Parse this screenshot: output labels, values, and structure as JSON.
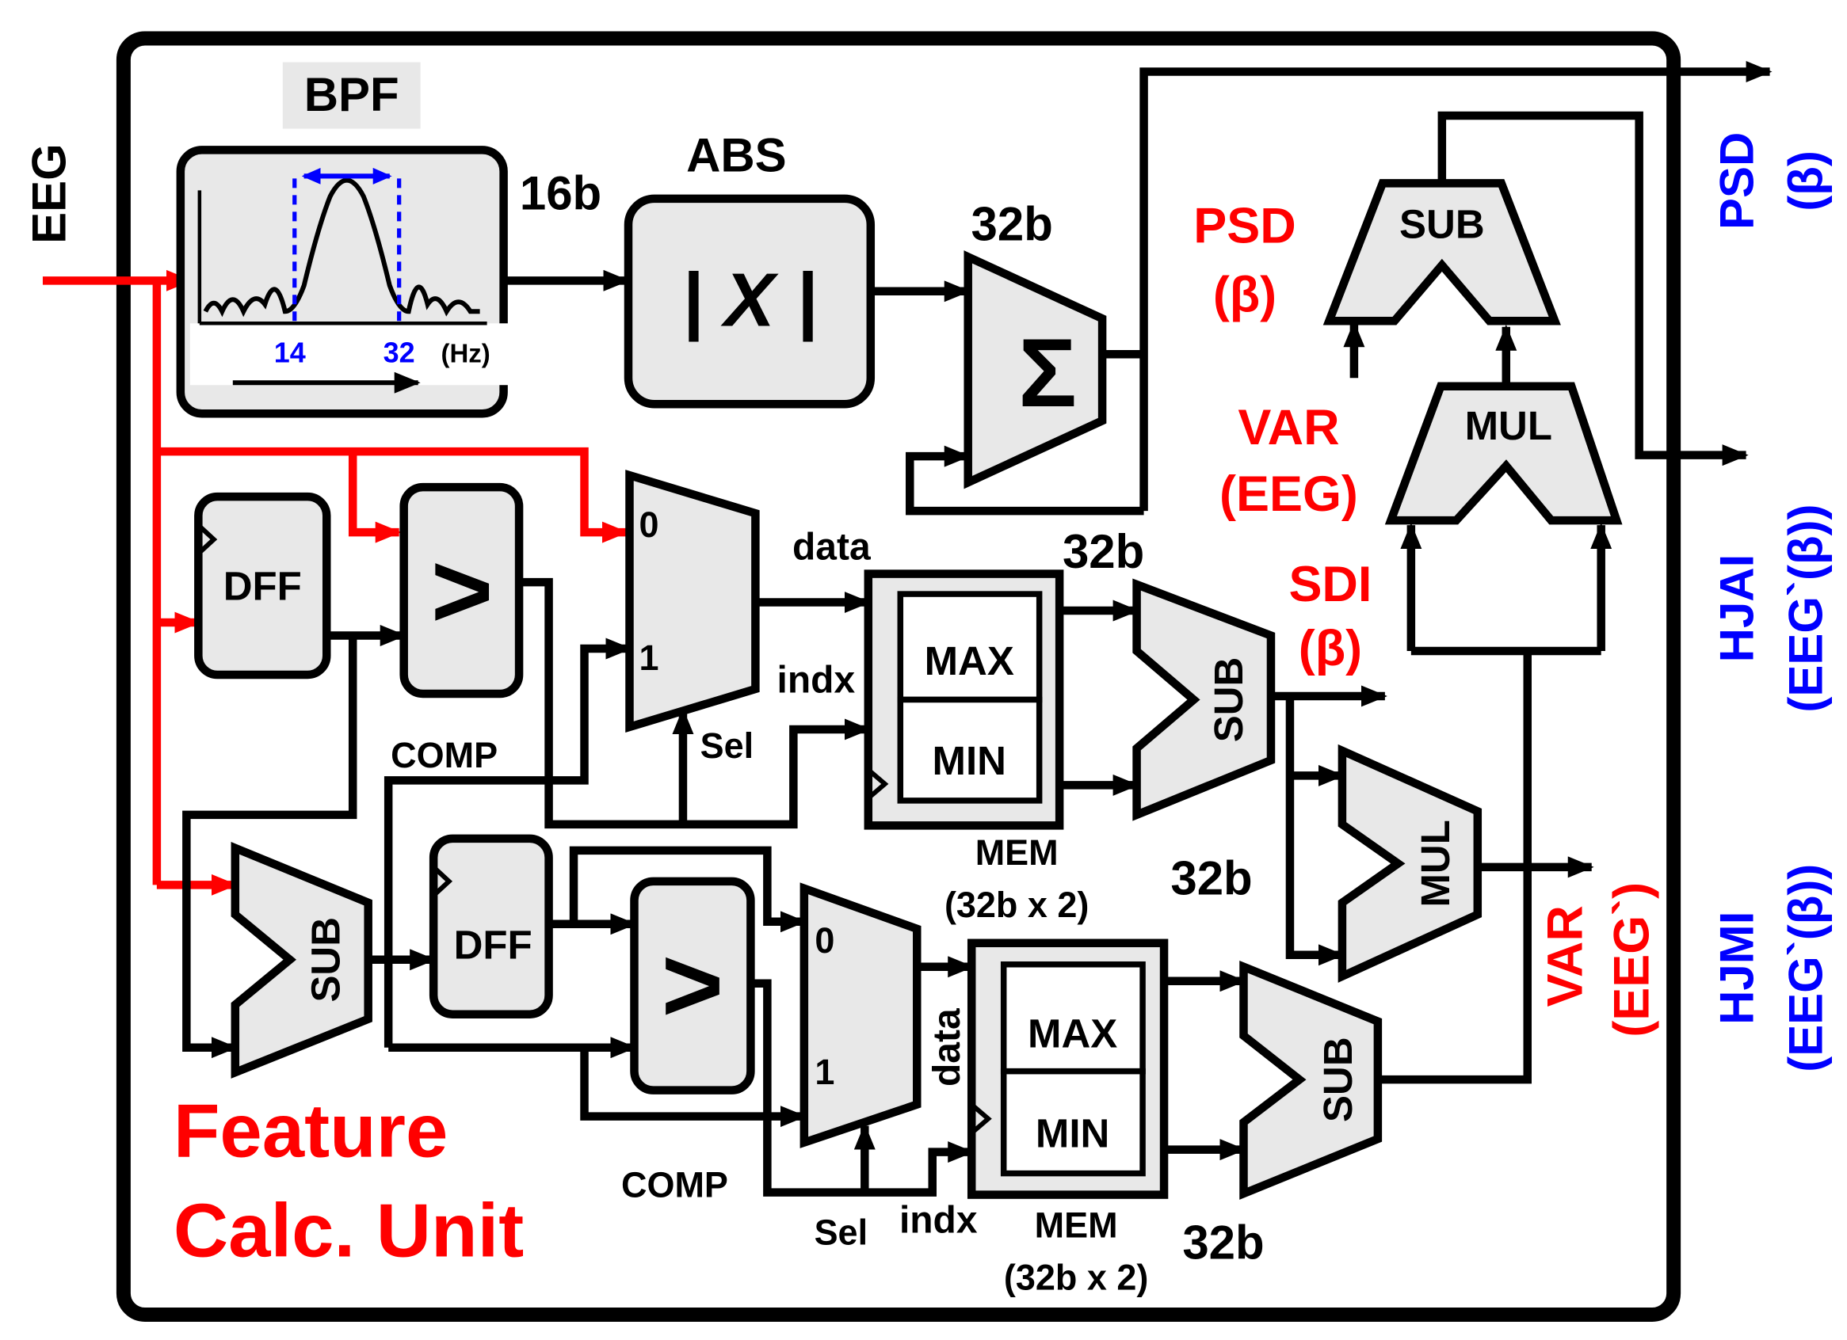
{
  "diagram": {
    "title_line1": "Feature",
    "title_line2": "Calc. Unit",
    "input_label": "EEG",
    "bpf": {
      "label": "BPF",
      "freq_low": "14",
      "freq_high": "32",
      "unit": "(Hz)"
    },
    "abs": {
      "label": "ABS",
      "symbol": "| X |"
    },
    "width_labels": {
      "bpf_out": "16b",
      "acc_out": "32b",
      "mem1_out": "32b",
      "mem2_out": "32b",
      "mul_out": "32b"
    },
    "sigma": "Σ",
    "compare_symbol": ">",
    "dff_label": "DFF",
    "sub_label": "SUB",
    "mul_label": "MUL",
    "mux_in0": "0",
    "mux_in1": "1",
    "signals": {
      "data": "data",
      "indx": "indx",
      "sel": "Sel",
      "comp": "COMP"
    },
    "mem": {
      "max": "MAX",
      "min": "MIN",
      "name": "MEM",
      "size": "(32b x 2)"
    },
    "features": {
      "psd_beta": "PSD",
      "beta": "(β)",
      "var_eeg_1": "VAR",
      "var_eeg_2": "(EEG)",
      "sdi_1": "SDI",
      "var_eegp_1": "VAR",
      "var_eegp_2": "(EEG`)"
    },
    "outputs": {
      "psd_1": "PSD",
      "psd_2": "(β)",
      "hjai_1": "HJAI",
      "hjai_2": "(EEG`(β))",
      "hjmi_1": "HJMI",
      "hjmi_2": "(EEG`(β))"
    },
    "colors": {
      "signal_red": "#ff0000",
      "output_blue": "#0000ff",
      "block_fill": "#e8e8e8"
    }
  }
}
